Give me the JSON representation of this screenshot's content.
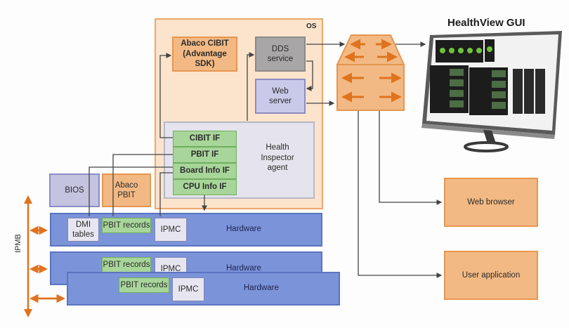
{
  "title": "HealthView GUI",
  "os": {
    "label": "OS"
  },
  "abaco_cibit": {
    "line1": "Abaco CIBIT",
    "line2": "(Advantage SDK)"
  },
  "dds_service": {
    "line1": "DDS",
    "line2": "service"
  },
  "web_server": {
    "line1": "Web",
    "line2": "server"
  },
  "health_agent": {
    "line1": "Health",
    "line2": "Inspector",
    "line3": "agent"
  },
  "interfaces": [
    "CIBIT IF",
    "PBIT IF",
    "Board Info IF",
    "CPU Info IF"
  ],
  "bios": {
    "label": "BIOS"
  },
  "abaco_pbit": {
    "line1": "Abaco",
    "line2": "PBIT"
  },
  "hardware_boards": [
    {
      "label": "Hardware",
      "dmi_line1": "DMI",
      "dmi_line2": "tables",
      "pbit": "PBIT records",
      "ipmc": "IPMC"
    },
    {
      "label": "Hardware",
      "pbit": "PBIT records",
      "ipmc": "IPMC"
    },
    {
      "label": "Hardware",
      "pbit": "PBIT records",
      "ipmc": "IPMC"
    }
  ],
  "ipmb": {
    "label": "IPMB"
  },
  "web_browser": {
    "label": "Web browser"
  },
  "user_application": {
    "label": "User application"
  },
  "colors": {
    "orange_accent": "#e0731e",
    "os_fill": "#fbe3cc",
    "hardware_fill": "#7b93d8",
    "interface_fill": "#a8d59a"
  }
}
